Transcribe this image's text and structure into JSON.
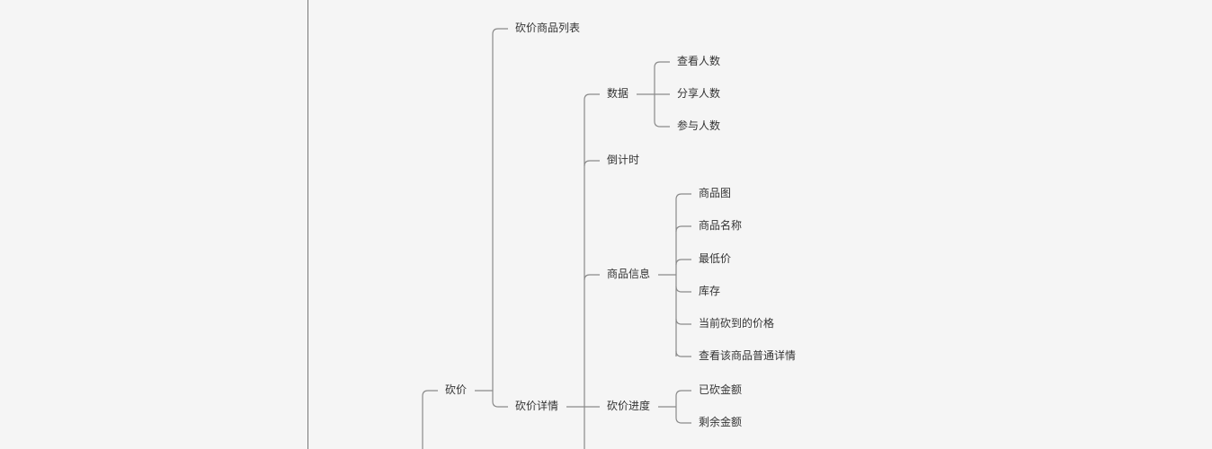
{
  "nodes": {
    "root": "砍价",
    "list": "砍价商品列表",
    "detail": "砍价详情",
    "data": "数据",
    "view_count": "查看人数",
    "share_count": "分享人数",
    "join_count": "参与人数",
    "countdown": "倒计时",
    "product_info": "商品信息",
    "product_image": "商品图",
    "product_name": "商品名称",
    "lowest_price": "最低价",
    "stock": "库存",
    "current_price": "当前砍到的价格",
    "view_detail": "查看该商品普通详情",
    "progress": "砍价进度",
    "cut_amount": "已砍金额",
    "remaining_amount": "剩余金额"
  },
  "colors": {
    "background": "#f5f5f5",
    "connector": "#8a8a8a",
    "text": "#333333",
    "divider": "#777777"
  }
}
